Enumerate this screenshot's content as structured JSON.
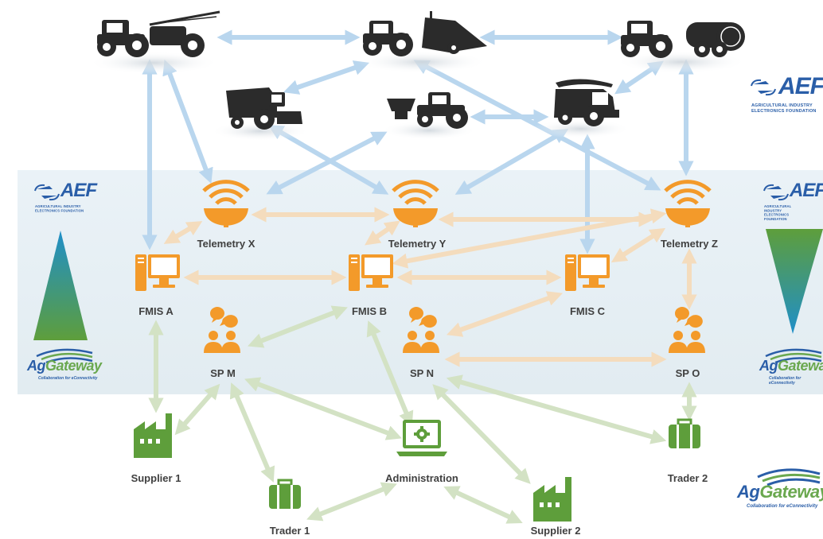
{
  "nodes": {
    "telemetry_x": "Telemetry X",
    "telemetry_y": "Telemetry Y",
    "telemetry_z": "Telemetry Z",
    "fmis_a": "FMIS A",
    "fmis_b": "FMIS B",
    "fmis_c": "FMIS C",
    "sp_m": "SP M",
    "sp_n": "SP N",
    "sp_o": "SP O",
    "supplier_1": "Supplier 1",
    "supplier_2": "Supplier 2",
    "administration": "Administration",
    "trader_1": "Trader 1",
    "trader_2": "Trader 2"
  },
  "logos": {
    "aef_word": "AEF",
    "aef_sub_line1": "AGRICULTURAL INDUSTRY",
    "aef_sub_line2": "ELECTRONICS FOUNDATION",
    "aggateway_ag": "Ag",
    "aggateway_gateway": "Gateway",
    "aggateway_sub": "Collaboration for eConnectivity"
  },
  "machines": [
    "sprayer-tractor",
    "harvester-tractor",
    "baler-tractor",
    "combine-harvester",
    "spreader-tractor",
    "forage-harvester"
  ],
  "colors": {
    "machine_link": "#b9d6ee",
    "telemetry_link": "#f4dcbd",
    "ground_link": "#d3e2c4",
    "orange": "#f39a2a",
    "green": "#5e9e3b",
    "machine": "#2b2b2b",
    "band": "#e6eff4",
    "aef_blue": "#2a5ea8",
    "ag_green": "#6aa84f"
  }
}
